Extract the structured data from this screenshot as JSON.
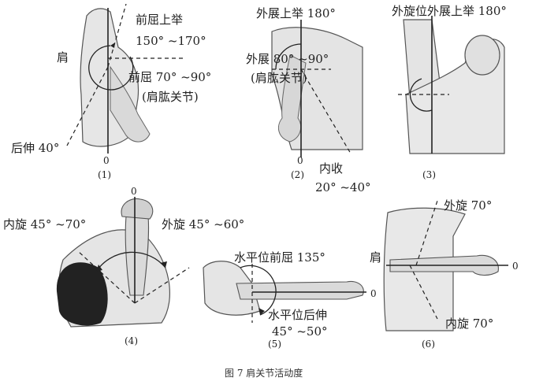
{
  "panels": [
    {
      "number": "(1)",
      "labels": {
        "flexion_up": "前屈上举",
        "flexion_up_range": "150° ~170°",
        "shoulder": "肩",
        "flexion": "前屈 70° ~90°",
        "joint": "(肩肱关节)",
        "extension": "后伸 40°",
        "zero": "0"
      }
    },
    {
      "number": "(2)",
      "labels": {
        "abduction_up": "外展上举 180°",
        "abduction": "外展 80° ~90°",
        "joint": "(肩肱关节)",
        "zero": "0",
        "adduction": "内收",
        "adduction_range": "20° ~40°"
      }
    },
    {
      "number": "(3)",
      "labels": {
        "ext_rot_up": "外旋位外展上举 180°"
      }
    },
    {
      "number": "(4)",
      "labels": {
        "zero": "0",
        "internal": "内旋 45° ~70°",
        "external": "外旋 45° ~60°"
      }
    },
    {
      "number": "(5)",
      "labels": {
        "h_flex": "水平位前屈 135°",
        "zero": "0",
        "h_ext": "水平位后伸",
        "h_ext_range": "45° ~50°"
      }
    },
    {
      "number": "(6)",
      "labels": {
        "external": "外旋 70°",
        "shoulder": "肩",
        "zero": "0",
        "internal": "内旋 70°"
      }
    }
  ],
  "caption": "图 7  肩关节活动度"
}
